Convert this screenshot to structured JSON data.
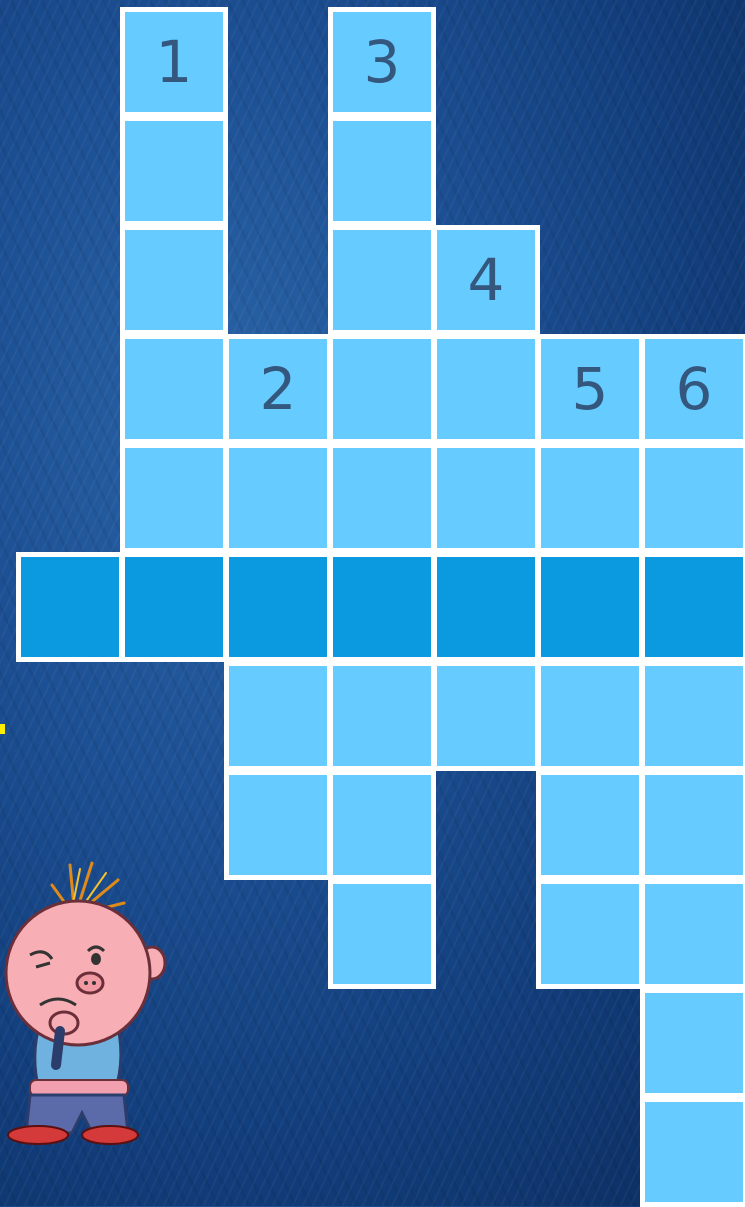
{
  "puzzle": {
    "cells": [
      {
        "col": 1,
        "row": 0,
        "label": "1"
      },
      {
        "col": 3,
        "row": 0,
        "label": "3"
      },
      {
        "col": 1,
        "row": 1,
        "label": ""
      },
      {
        "col": 3,
        "row": 1,
        "label": ""
      },
      {
        "col": 1,
        "row": 2,
        "label": ""
      },
      {
        "col": 3,
        "row": 2,
        "label": ""
      },
      {
        "col": 4,
        "row": 2,
        "label": "4"
      },
      {
        "col": 1,
        "row": 3,
        "label": ""
      },
      {
        "col": 2,
        "row": 3,
        "label": "2"
      },
      {
        "col": 3,
        "row": 3,
        "label": ""
      },
      {
        "col": 4,
        "row": 3,
        "label": ""
      },
      {
        "col": 5,
        "row": 3,
        "label": "5"
      },
      {
        "col": 6,
        "row": 3,
        "label": "6"
      },
      {
        "col": 1,
        "row": 4,
        "label": ""
      },
      {
        "col": 2,
        "row": 4,
        "label": ""
      },
      {
        "col": 3,
        "row": 4,
        "label": ""
      },
      {
        "col": 4,
        "row": 4,
        "label": ""
      },
      {
        "col": 5,
        "row": 4,
        "label": ""
      },
      {
        "col": 6,
        "row": 4,
        "label": ""
      },
      {
        "col": 0,
        "row": 5,
        "label": "",
        "highlight": true
      },
      {
        "col": 1,
        "row": 5,
        "label": "",
        "highlight": true
      },
      {
        "col": 2,
        "row": 5,
        "label": "",
        "highlight": true
      },
      {
        "col": 3,
        "row": 5,
        "label": "",
        "highlight": true
      },
      {
        "col": 4,
        "row": 5,
        "label": "",
        "highlight": true
      },
      {
        "col": 5,
        "row": 5,
        "label": "",
        "highlight": true
      },
      {
        "col": 6,
        "row": 5,
        "label": "",
        "highlight": true
      },
      {
        "col": 2,
        "row": 6,
        "label": ""
      },
      {
        "col": 3,
        "row": 6,
        "label": ""
      },
      {
        "col": 4,
        "row": 6,
        "label": ""
      },
      {
        "col": 5,
        "row": 6,
        "label": ""
      },
      {
        "col": 6,
        "row": 6,
        "label": ""
      },
      {
        "col": 2,
        "row": 7,
        "label": ""
      },
      {
        "col": 3,
        "row": 7,
        "label": ""
      },
      {
        "col": 5,
        "row": 7,
        "label": ""
      },
      {
        "col": 6,
        "row": 7,
        "label": ""
      },
      {
        "col": 3,
        "row": 8,
        "label": ""
      },
      {
        "col": 5,
        "row": 8,
        "label": ""
      },
      {
        "col": 6,
        "row": 8,
        "label": ""
      },
      {
        "col": 6,
        "row": 9,
        "label": ""
      },
      {
        "col": 6,
        "row": 10,
        "label": ""
      }
    ]
  },
  "colors": {
    "cell_fill": "#66ccff",
    "highlight_fill": "#0b99df",
    "cell_border": "#ffffff",
    "number_text": "#34577e",
    "background": "#1c4f93",
    "marker": "#ffee00"
  },
  "character": {
    "icon": "thinking-boy-icon"
  }
}
